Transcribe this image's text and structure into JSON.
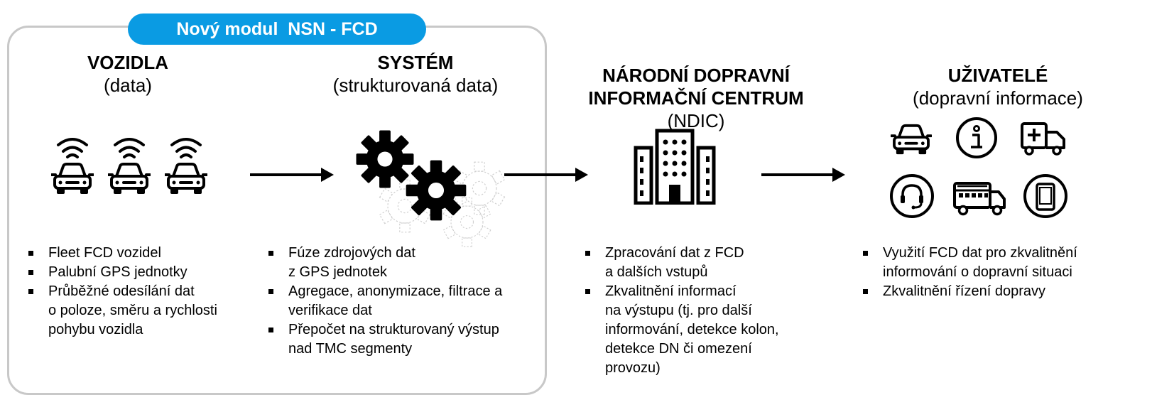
{
  "banner": {
    "label": "Nový modul  NSN - FCD"
  },
  "columns": [
    {
      "title": "VOZIDLA",
      "subtitle": "(data)",
      "bullets": [
        "Fleet FCD vozidel",
        "Palubní GPS jednotky",
        "Průběžné odesílání dat\no poloze, směru a rychlosti\npohybu vozidla"
      ]
    },
    {
      "title": "SYSTÉM",
      "subtitle": "(strukturovaná data)",
      "bullets": [
        "Fúze zdrojových dat\nz GPS jednotek",
        "Agregace, anonymizace, filtrace a\nverifikace dat",
        "Přepočet na strukturovaný výstup\nnad TMC segmenty"
      ]
    },
    {
      "title_line1": "NÁRODNÍ DOPRAVNÍ",
      "title_line2": "INFORMAČNÍ CENTRUM",
      "subtitle": "(NDIC)",
      "bullets": [
        "Zpracování dat z FCD\na dalších vstupů",
        "Zkvalitnění informací\nna výstupu (tj. pro další\ninformování, detekce kolon,\ndetekce DN či omezení\nprovozu)"
      ]
    },
    {
      "title": "UŽIVATELÉ",
      "subtitle": "(dopravní informace)",
      "bullets": [
        "Využití FCD dat pro zkvalitnění\ninformování o dopravní situaci",
        "Zkvalitnění řízení dopravy"
      ]
    }
  ],
  "icons": {
    "vehicles": [
      "connected-car-icon",
      "connected-car-icon",
      "connected-car-icon"
    ],
    "system": "gears-icon",
    "ndic": "office-building-icon",
    "users": [
      "car-icon",
      "info-icon",
      "ambulance-icon",
      "headset-icon",
      "bus-icon",
      "smartphone-icon"
    ]
  },
  "colors": {
    "banner": "#0a9be3",
    "frame": "#c8c8c8"
  }
}
